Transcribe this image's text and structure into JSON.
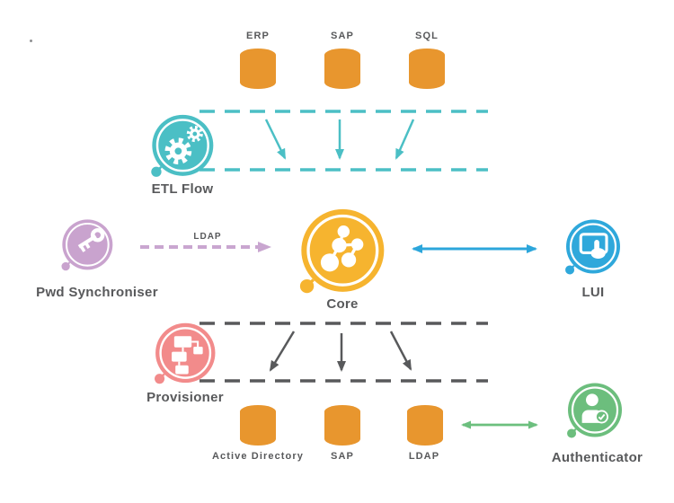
{
  "nodes": {
    "etl_flow": {
      "label": "ETL Flow",
      "icon": "gears-icon",
      "color": "#4BBFC5"
    },
    "pwd_synchroniser": {
      "label": "Pwd Synchroniser",
      "icon": "key-icon",
      "color": "#C9A3CE"
    },
    "core": {
      "label": "Core",
      "icon": "network-nodes-icon",
      "color": "#F6B42F"
    },
    "lui": {
      "label": "LUI",
      "icon": "touch-screen-icon",
      "color": "#2FA8DB"
    },
    "provisioner": {
      "label": "Provisioner",
      "icon": "flowchart-icon",
      "color": "#F28B8B"
    },
    "authenticator": {
      "label": "Authenticator",
      "icon": "user-check-icon",
      "color": "#6CBE7D"
    }
  },
  "databases": {
    "color": "#E8962E",
    "icon": "database-cylinder-icon",
    "top": [
      {
        "label": "ERP"
      },
      {
        "label": "SAP"
      },
      {
        "label": "SQL"
      }
    ],
    "bottom": [
      {
        "label": "Active Directory"
      },
      {
        "label": "SAP"
      },
      {
        "label": "LDAP"
      }
    ]
  },
  "connections": {
    "ldap_arrow_label": "LDAP",
    "colors": {
      "teal_dashed_lane": "#4BBFC5",
      "teal_arrow": "#4BBFC5",
      "gray_dashed_lane": "#58595B",
      "gray_arrow": "#58595B",
      "purple_dashed_arrow": "#C9A6D0",
      "blue_double_arrow": "#2CA6DB",
      "green_double_arrow": "#6CBF7E"
    }
  },
  "text_color": "#58595B"
}
